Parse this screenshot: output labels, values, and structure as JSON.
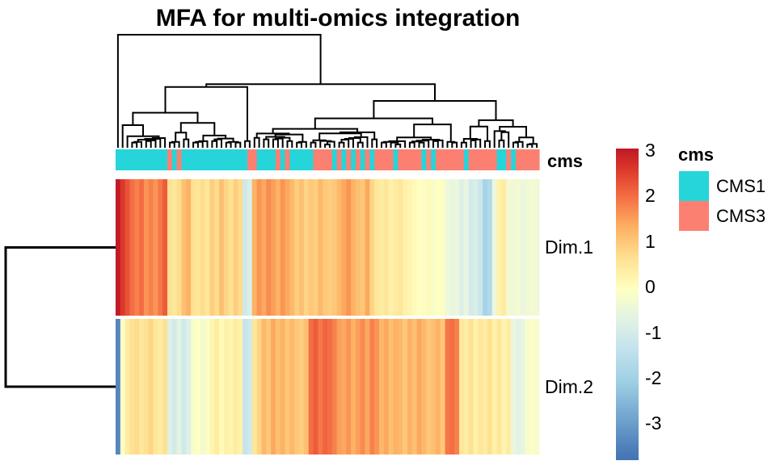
{
  "title": "MFA for multi-omics integration",
  "annotation_label": "cms",
  "legend": {
    "title": "cms",
    "entries": [
      {
        "label": "CMS1",
        "color": "#25D5DA"
      },
      {
        "label": "CMS3",
        "color": "#FC8072"
      }
    ]
  },
  "colorbar": {
    "ticks": [
      "3",
      "2",
      "1",
      "0",
      "-1",
      "-2",
      "-3"
    ],
    "tick_values": [
      3,
      2,
      1,
      0,
      -1,
      -2,
      -3
    ],
    "top_value": 3.05,
    "bottom_value": -3.79
  },
  "chart_data": {
    "type": "heatmap",
    "title": "MFA for multi-omics integration",
    "rows": [
      "Dim.1",
      "Dim.2"
    ],
    "n_cols": 90,
    "value_range": [
      -3.4,
      3.0
    ],
    "legend_position": "right",
    "clustering": {
      "columns": true,
      "rows": true
    },
    "colormap_stops": [
      [
        3.4,
        "#A50026"
      ],
      [
        2.7,
        "#D73027"
      ],
      [
        2.0,
        "#F46D43"
      ],
      [
        1.35,
        "#FDAE61"
      ],
      [
        0.65,
        "#FEE090"
      ],
      [
        0.0,
        "#FFFFBF"
      ],
      [
        -0.55,
        "#E9F6E0"
      ],
      [
        -1.3,
        "#C5E4EE"
      ],
      [
        -2.1,
        "#9CCEE3"
      ],
      [
        -2.9,
        "#6FA3CD"
      ],
      [
        -3.7,
        "#4575B4"
      ],
      [
        -4.2,
        "#3D68A8"
      ]
    ],
    "col_annotation": {
      "name": "cms",
      "values": [
        "CMS1",
        "CMS1",
        "CMS1",
        "CMS1",
        "CMS1",
        "CMS1",
        "CMS1",
        "CMS1",
        "CMS1",
        "CMS1",
        "CMS1",
        "CMS3",
        "CMS1",
        "CMS3",
        "CMS1",
        "CMS1",
        "CMS1",
        "CMS1",
        "CMS1",
        "CMS1",
        "CMS1",
        "CMS1",
        "CMS1",
        "CMS1",
        "CMS1",
        "CMS1",
        "CMS1",
        "CMS1",
        "CMS3",
        "CMS3",
        "CMS1",
        "CMS1",
        "CMS1",
        "CMS1",
        "CMS3",
        "CMS1",
        "CMS3",
        "CMS1",
        "CMS1",
        "CMS1",
        "CMS1",
        "CMS1",
        "CMS3",
        "CMS3",
        "CMS3",
        "CMS3",
        "CMS1",
        "CMS3",
        "CMS1",
        "CMS3",
        "CMS1",
        "CMS3",
        "CMS1",
        "CMS3",
        "CMS1",
        "CMS3",
        "CMS3",
        "CMS3",
        "CMS3",
        "CMS1",
        "CMS3",
        "CMS3",
        "CMS3",
        "CMS3",
        "CMS3",
        "CMS1",
        "CMS3",
        "CMS1",
        "CMS3",
        "CMS3",
        "CMS3",
        "CMS3",
        "CMS3",
        "CMS3",
        "CMS1",
        "CMS3",
        "CMS3",
        "CMS3",
        "CMS3",
        "CMS3",
        "CMS3",
        "CMS1",
        "CMS1",
        "CMS3",
        "CMS1",
        "CMS3",
        "CMS3",
        "CMS3",
        "CMS3",
        "CMS3"
      ]
    },
    "series": [
      {
        "name": "Dim.1",
        "values": [
          3.0,
          2.6,
          2.3,
          2.0,
          1.8,
          2.0,
          1.6,
          1.8,
          1.6,
          1.9,
          2.2,
          0.6,
          0.5,
          0.7,
          1.1,
          1.3,
          0.6,
          0.5,
          0.7,
          0.5,
          0.9,
          0.7,
          1.1,
          0.8,
          0.6,
          0.9,
          0.7,
          -1.1,
          -0.9,
          1.3,
          1.6,
          1.4,
          1.7,
          1.5,
          1.3,
          1.6,
          1.4,
          1.2,
          0.9,
          1.1,
          0.8,
          1.0,
          0.9,
          1.2,
          1.0,
          0.9,
          1.0,
          1.2,
          1.4,
          1.6,
          1.3,
          1.1,
          1.0,
          1.4,
          0.8,
          0.5,
          0.4,
          0.5,
          0.3,
          0.4,
          0.5,
          0.3,
          0.2,
          0.1,
          0.0,
          -0.1,
          0.1,
          -0.2,
          0.0,
          -0.1,
          -0.4,
          -0.6,
          -0.5,
          -0.8,
          -0.6,
          -1.0,
          -0.9,
          -1.2,
          -1.9,
          -1.7,
          -0.5,
          0.3,
          0.4,
          -0.3,
          -0.4,
          -0.3,
          -0.5,
          -0.4,
          -0.3,
          -0.4
        ]
      },
      {
        "name": "Dim.2",
        "values": [
          -3.4,
          -0.1,
          0.4,
          0.6,
          0.7,
          0.5,
          0.6,
          0.8,
          0.5,
          0.4,
          0.6,
          -0.8,
          -1.0,
          -0.7,
          -1.1,
          -0.8,
          -0.2,
          0.0,
          -0.3,
          -0.1,
          0.2,
          0.4,
          0.1,
          0.3,
          0.2,
          0.4,
          0.3,
          -1.3,
          -1.1,
          0.5,
          0.8,
          1.2,
          1.0,
          1.4,
          1.1,
          1.3,
          1.0,
          1.2,
          1.0,
          0.9,
          1.1,
          2.0,
          2.2,
          1.9,
          2.1,
          2.0,
          1.8,
          1.5,
          1.4,
          1.6,
          1.3,
          1.5,
          1.7,
          1.4,
          1.8,
          1.6,
          1.2,
          1.4,
          1.1,
          1.3,
          1.2,
          1.0,
          1.3,
          1.1,
          1.4,
          1.2,
          1.0,
          1.1,
          1.3,
          1.0,
          1.9,
          2.0,
          1.8,
          0.5,
          0.4,
          0.6,
          0.3,
          0.5,
          0.4,
          0.6,
          0.3,
          0.5,
          0.2,
          0.4,
          -0.5,
          -0.7,
          -0.6,
          -0.2,
          -0.1,
          -0.2
        ]
      }
    ]
  }
}
